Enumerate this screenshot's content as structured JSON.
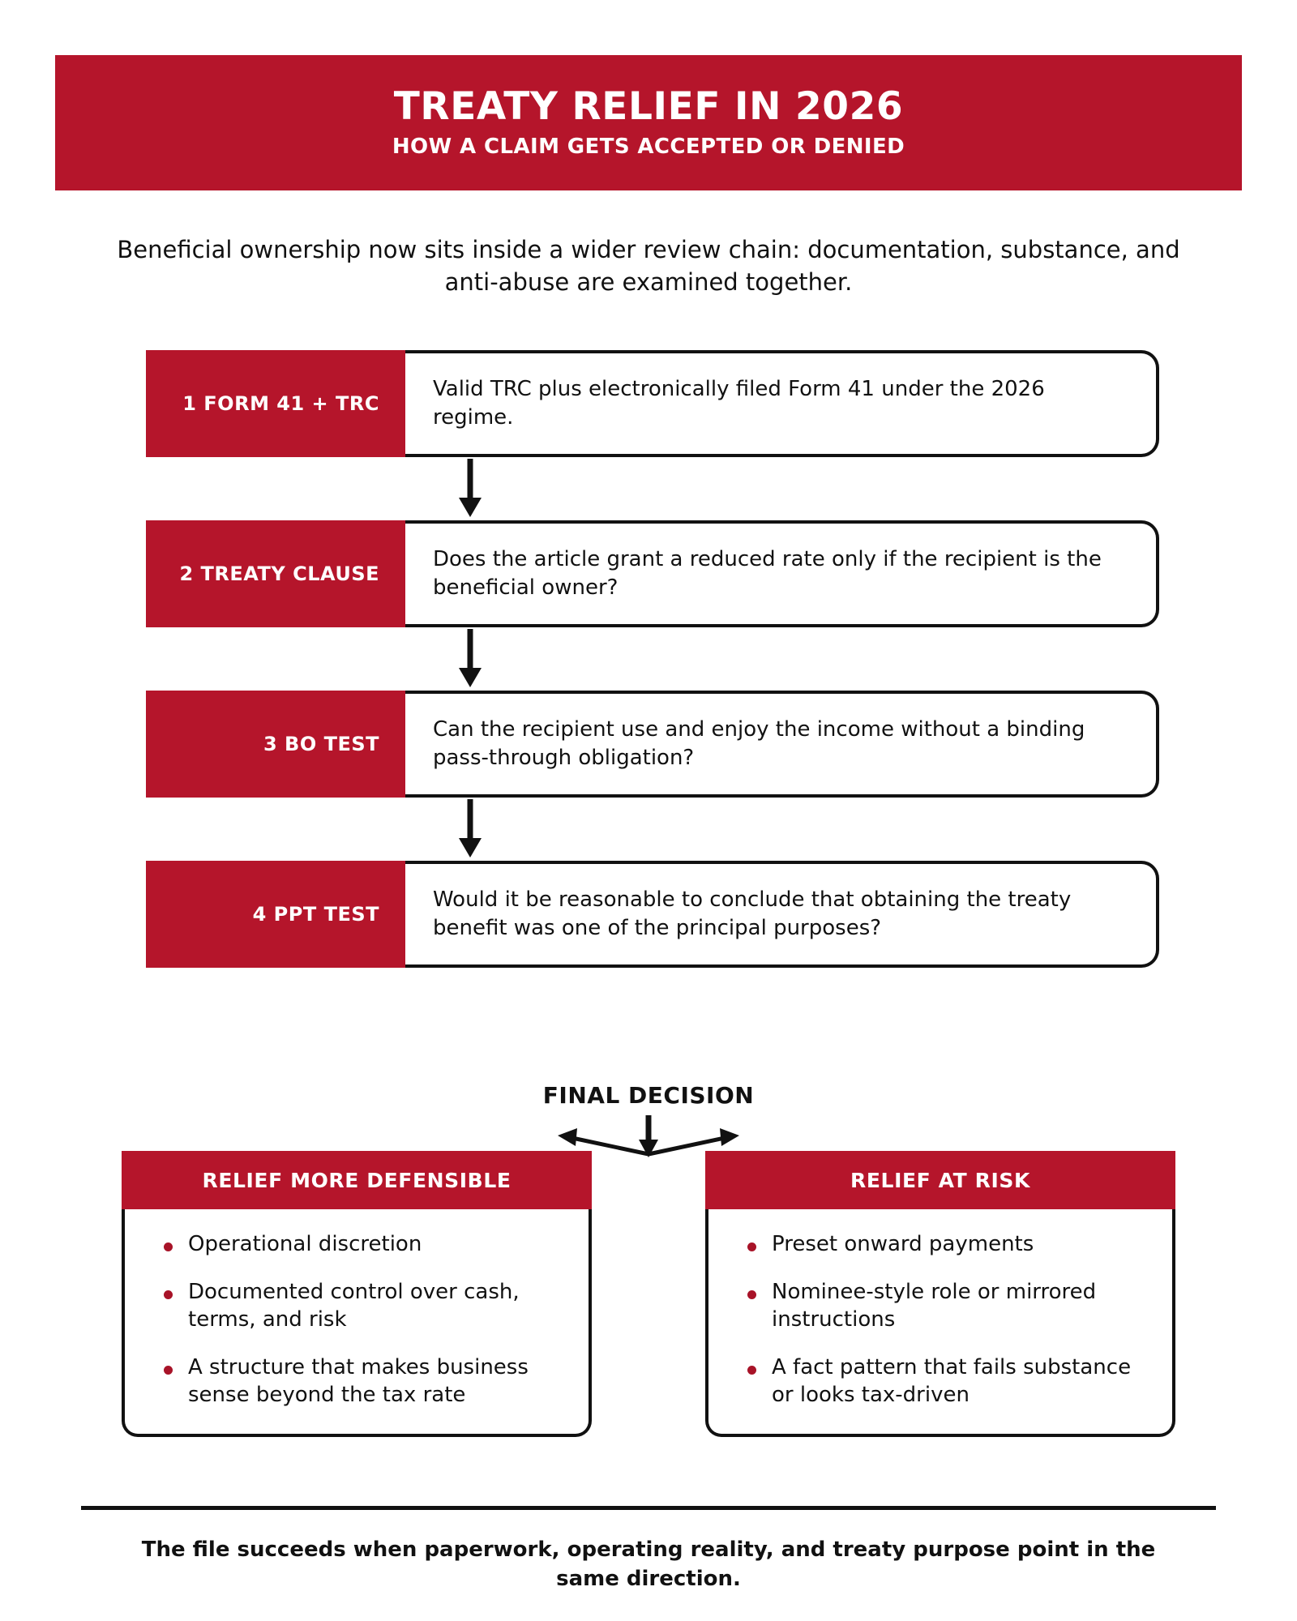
{
  "header": {
    "title": "TREATY RELIEF IN 2026",
    "subtitle": "HOW A CLAIM GETS ACCEPTED OR DENIED"
  },
  "intro": "Beneficial ownership now sits inside a wider review chain: documentation, substance, and anti-abuse are examined together.",
  "steps": [
    {
      "label": "1  FORM 41 + TRC",
      "text": "Valid TRC plus electronically filed Form 41 under the 2026 regime."
    },
    {
      "label": "2  TREATY CLAUSE",
      "text": "Does the article grant a reduced rate only if the recipient is the beneficial owner?"
    },
    {
      "label": "3  BO TEST",
      "text": "Can the recipient use and enjoy the income without a binding pass-through obligation?"
    },
    {
      "label": "4  PPT TEST",
      "text": "Would it be reasonable to conclude that obtaining the treaty benefit was one of the principal purposes?"
    }
  ],
  "final_decision": {
    "label": "FINAL DECISION"
  },
  "outcomes": [
    {
      "title": "RELIEF MORE DEFENSIBLE",
      "items": [
        "Operational discretion",
        "Documented control over cash, terms, and risk",
        "A structure that makes business sense beyond the tax rate"
      ]
    },
    {
      "title": "RELIEF AT RISK",
      "items": [
        "Preset onward payments",
        "Nominee-style role or mirrored instructions",
        "A fact pattern that fails substance or looks tax-driven"
      ]
    }
  ],
  "footer": {
    "text": "The file succeeds when paperwork, operating reality, and treaty purpose point in the same direction."
  },
  "colors": {
    "brand_red": "#B5152B",
    "bullet_red": "#A81328",
    "ink": "#111111",
    "background": "#FFFFFF"
  }
}
